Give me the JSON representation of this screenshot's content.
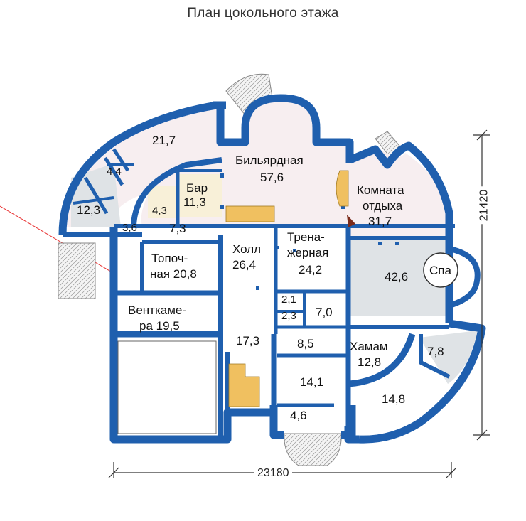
{
  "title": "План цокольного этажа",
  "dimensions": {
    "width": "23180",
    "height": "21420"
  },
  "rooms": {
    "r21_7": "21,7",
    "r4_4": "4,4",
    "r12_3": "12,3",
    "r4_3": "4,3",
    "bar_name": "Бар",
    "bar_area": "11,3",
    "billiard_name": "Бильярдная",
    "billiard_area": "57,6",
    "rest_name1": "Комната",
    "rest_name2": "отдыха",
    "rest_area": "31,7",
    "r3_6": "3,6",
    "r7_3": "7,3",
    "hall_name": "Холл",
    "hall_area": "26,4",
    "gym_name1": "Трена-",
    "gym_name2": "жерная",
    "gym_area": "24,2",
    "boiler_line1": "Топоч-",
    "boiler_line2": "ная 20,8",
    "r42_6": "42,6",
    "spa": "Спа",
    "r2_1": "2,1",
    "r2_3": "2,3",
    "r7_0": "7,0",
    "vent_line1": "Венткаме-",
    "vent_line2": "ра 19,5",
    "r17_3": "17,3",
    "r8_5": "8,5",
    "hamam_name": "Хамам",
    "hamam_area": "12,8",
    "r7_8": "7,8",
    "r14_1": "14,1",
    "r14_8": "14,8",
    "r4_6": "4,6"
  },
  "colors": {
    "wall": "#1f5fae",
    "floor_pink": "#f7eef0",
    "floor_gray": "#dfe3e6",
    "floor_cream": "#f8f0d8",
    "stair": "#f0c060",
    "pointer": "#e83030"
  }
}
